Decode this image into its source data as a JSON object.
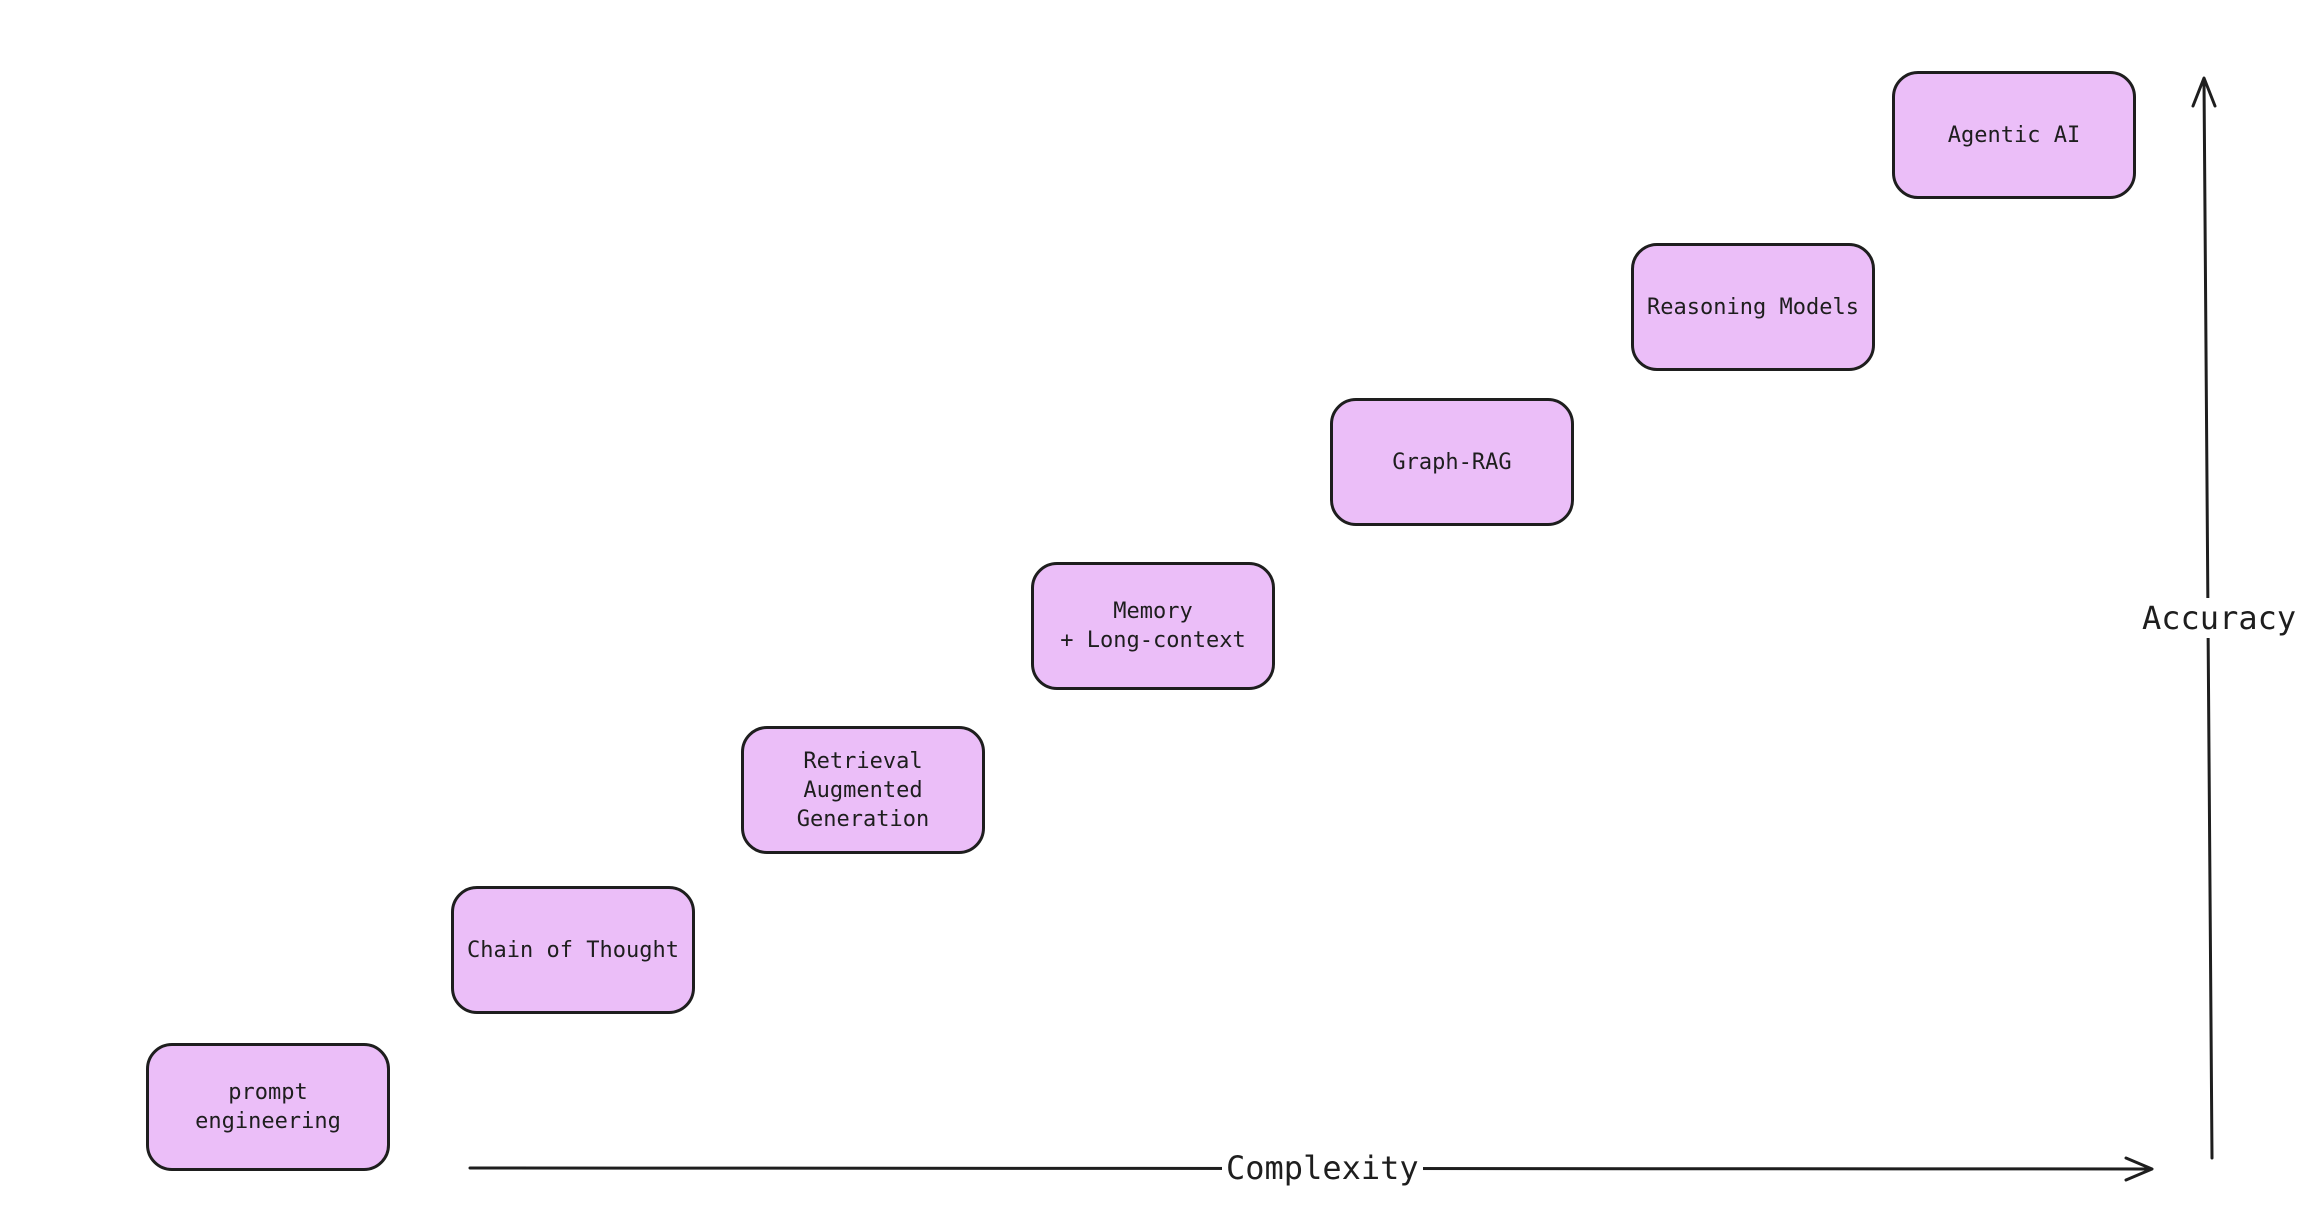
{
  "diagram": {
    "stages": [
      {
        "label": "prompt engineering"
      },
      {
        "label": "Chain of Thought"
      },
      {
        "label": "Retrieval Augmented\nGeneration"
      },
      {
        "label": "Memory\n+ Long-context"
      },
      {
        "label": "Graph-RAG"
      },
      {
        "label": "Reasoning Models"
      },
      {
        "label": "Agentic AI"
      }
    ],
    "axes": {
      "x_label": "Complexity",
      "y_label": "Accuracy"
    },
    "colors": {
      "box_fill": "#ebbef8",
      "stroke": "#1e1e1e"
    }
  }
}
